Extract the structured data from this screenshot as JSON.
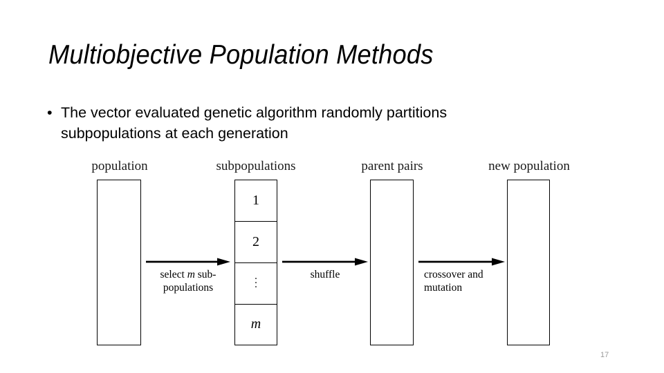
{
  "slide": {
    "title": "Multiobjective Population Methods",
    "page_number": "17",
    "background_color": "#ffffff",
    "text_color": "#000000",
    "page_number_color": "#9a9a9a"
  },
  "body": {
    "bullet_marker": "•",
    "bullets": [
      {
        "line1": "The vector evaluated genetic algorithm randomly partitions",
        "line2": "subpopulations at each generation"
      }
    ]
  },
  "diagram": {
    "labels": {
      "population": "population",
      "subpopulations": "subpopulations",
      "parent_pairs": "parent pairs",
      "new_population": "new population"
    },
    "subpopulation_cells": [
      {
        "text": "1",
        "italic": false
      },
      {
        "text": "2",
        "italic": false
      },
      {
        "text": "⋮",
        "italic": false
      },
      {
        "text": "m",
        "italic": true
      }
    ],
    "arrows": [
      {
        "name": "select",
        "caption_line1_pre": "select ",
        "caption_line1_ital": "m",
        "caption_line1_post": " sub-",
        "caption_line2": "populations",
        "align": "center"
      },
      {
        "name": "shuffle",
        "caption_line1_pre": "shuffle",
        "caption_line1_ital": "",
        "caption_line1_post": "",
        "caption_line2": "",
        "align": "center"
      },
      {
        "name": "crossover",
        "caption_line1_pre": "crossover and",
        "caption_line1_ital": "",
        "caption_line1_post": "",
        "caption_line2": "mutation",
        "align": "left"
      }
    ]
  }
}
